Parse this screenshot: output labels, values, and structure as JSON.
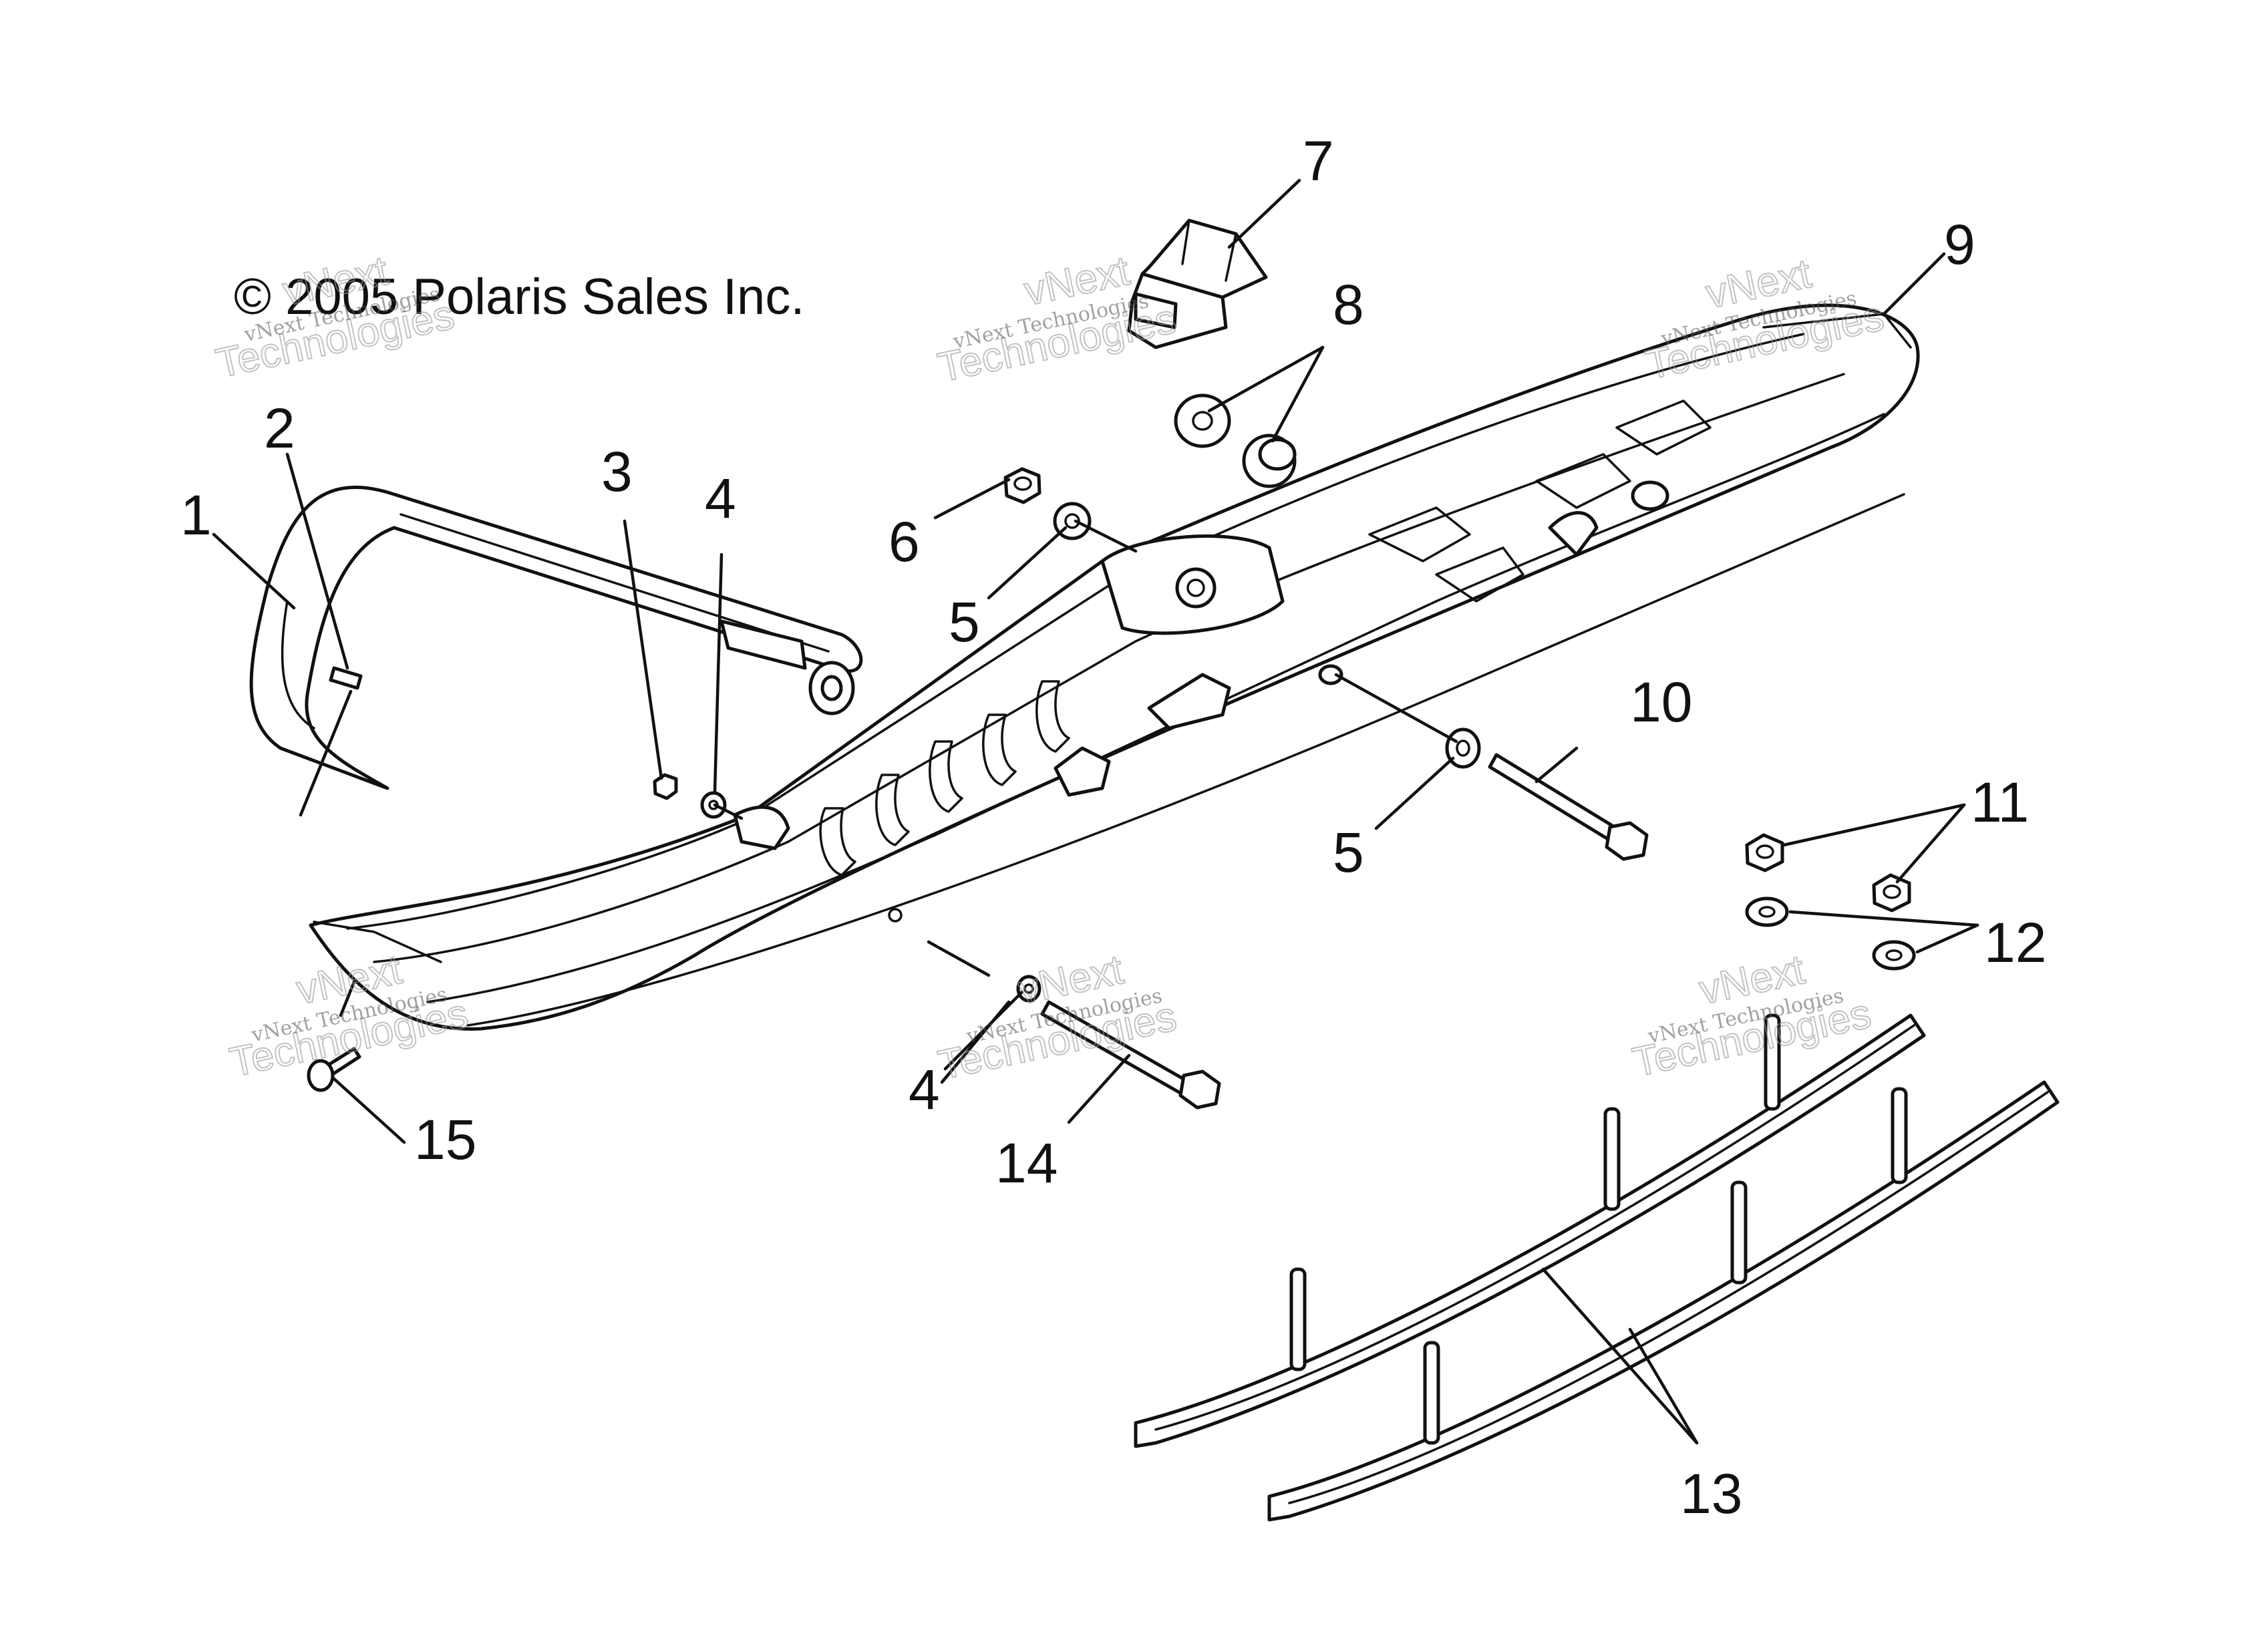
{
  "copyright": "© 2005 Polaris Sales Inc.",
  "watermark": {
    "line1": "vNext Technologies",
    "line2": "vNext",
    "line3": "Technologies"
  },
  "callouts": [
    "1",
    "2",
    "3",
    "4",
    "4",
    "5",
    "5",
    "6",
    "7",
    "8",
    "9",
    "10",
    "11",
    "12",
    "13",
    "14",
    "15"
  ],
  "colors": {
    "line": "#111111",
    "background": "#ffffff",
    "watermark": "#9a9a9a"
  }
}
